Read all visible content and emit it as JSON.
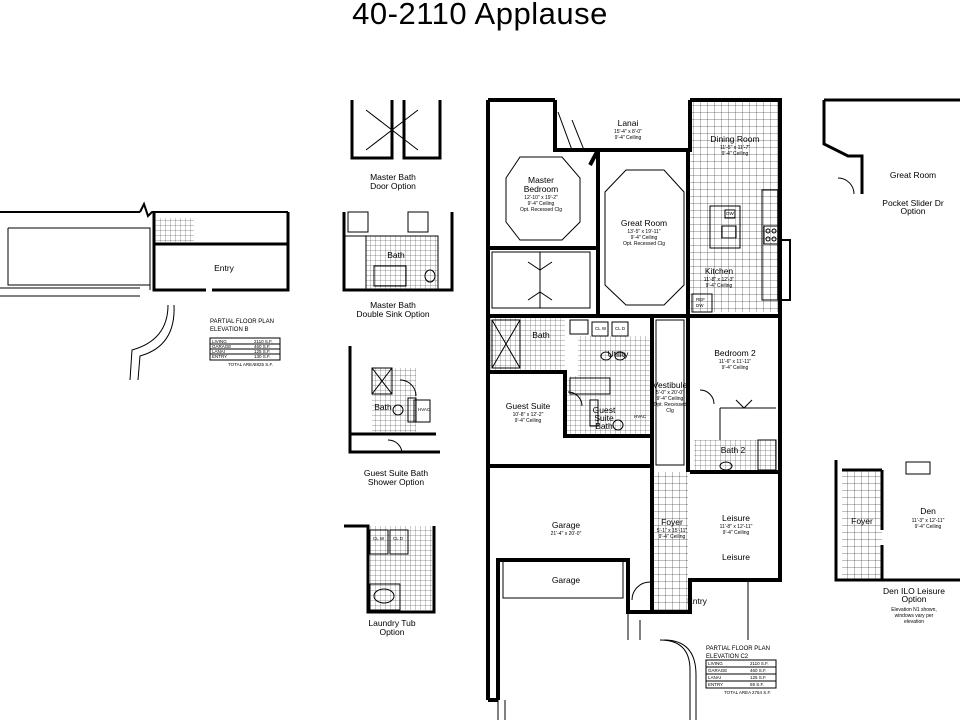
{
  "title": "40-2110 Applause",
  "main_plan": {
    "rooms": {
      "lanai": {
        "name": "Lanai",
        "size": "15'-4\" x 8'-0\"",
        "ceiling": "9'-4\" Ceiling"
      },
      "dining": {
        "name": "Dining Room",
        "size": "11'-5\" x 11'-7\"",
        "ceiling": "9'-4\" Ceiling"
      },
      "master": {
        "name1": "Master",
        "name2": "Bedroom",
        "size": "12'-10\" x 19'-2\"",
        "ceiling": "9'-4\" Ceiling",
        "option": "Opt. Recessed Clg"
      },
      "great": {
        "name": "Great Room",
        "size": "13'-5\" x 19'-11\"",
        "ceiling": "9'-4\" Ceiling",
        "option": "Opt. Recessed Clg"
      },
      "kitchen": {
        "name": "Kitchen",
        "size": "11'-8\" x 12'-3\"",
        "ceiling": "9'-4\" Ceiling"
      },
      "bath": {
        "name": "Bath"
      },
      "utility": {
        "name": "Utility"
      },
      "bedroom2": {
        "name": "Bedroom 2",
        "size": "11'-6\" x 11'-11\"",
        "ceiling": "9'-4\" Ceiling"
      },
      "vestibule": {
        "name": "Vestibule",
        "size": "5'-0\" x 20'-0\"",
        "ceiling": "9'-4\" Ceiling",
        "option1": "Opt. Recessed",
        "option2": "Clg"
      },
      "guest_suite": {
        "name": "Guest Suite",
        "size": "10'-8\" x 12'-2\"",
        "ceiling": "9'-4\" Ceiling"
      },
      "guest_bath": {
        "name1": "Guest",
        "name2": "Suite",
        "name3": "Bath"
      },
      "bath2": {
        "name": "Bath 2"
      },
      "garage": {
        "name": "Garage",
        "size": "21'-4\" x 20'-0\""
      },
      "foyer": {
        "name": "Foyer",
        "size": "5'-1\" x 15'-11\"",
        "ceiling": "9'-4\" Ceiling"
      },
      "leisure": {
        "name": "Leisure",
        "size": "11'-8\" x 12'-11\"",
        "ceiling": "9'-4\" Ceiling",
        "alt": "Leisure"
      },
      "garage_alt": {
        "name": "Garage"
      },
      "entry": {
        "name": "Entry"
      }
    },
    "fixtures": {
      "ow": "OW",
      "ref": "REF",
      "dw": "DW",
      "hvac": "HVAC",
      "clw": "CL W",
      "cld": "CL D"
    }
  },
  "options": {
    "master_bath_door": {
      "line1": "Master Bath",
      "line2": "Door Option"
    },
    "master_bath_sink": {
      "line1": "Master Bath",
      "line2": "Double Sink Option",
      "room": "Bath"
    },
    "guest_bath_shower": {
      "line1": "Guest Suite Bath",
      "line2": "Shower Option",
      "room": "Bath",
      "hvac": "HVAC"
    },
    "laundry_tub": {
      "line1": "Laundry Tub",
      "line2": "Option",
      "w": "CL W",
      "d": "CL D"
    },
    "pocket_slider": {
      "line1": "Pocket Slider Dr",
      "line2": "Option",
      "room": "Great Room"
    },
    "den_leisure": {
      "line1": "Den ILO Leisure",
      "line2": "Option",
      "note1": "Elevation N1 shown,",
      "note2": "windows vary per",
      "note3": "elevation",
      "foyer": "Foyer",
      "den": "Den",
      "den_size": "11'-3\" x 12'-11\"",
      "den_ceiling": "9'-4\" Ceiling"
    }
  },
  "partial_b": {
    "entry": "Entry",
    "heading1": "PARTIAL FLOOR PLAN",
    "heading2": "ELEVATION B",
    "rows": [
      {
        "label": "LIVING",
        "value": "2110 S.F."
      },
      {
        "label": "GARAGE",
        "value": "460 S.F."
      },
      {
        "label": "LANAI",
        "value": "125 S.F."
      },
      {
        "label": "ENTRY",
        "value": "130 S.F."
      }
    ],
    "total_label": "TOTAL AREA",
    "total_value": "2825 S.F."
  },
  "partial_c2": {
    "heading1": "PARTIAL FLOOR PLAN",
    "heading2": "ELEVATION C2",
    "rows": [
      {
        "label": "LIVING",
        "value": "2110 S.F."
      },
      {
        "label": "GARAGE",
        "value": "460 S.F."
      },
      {
        "label": "LANAI",
        "value": "125 S.F."
      },
      {
        "label": "ENTRY",
        "value": "69 S.F."
      }
    ],
    "total_label": "TOTAL AREA",
    "total_value": "2764 S.F."
  }
}
